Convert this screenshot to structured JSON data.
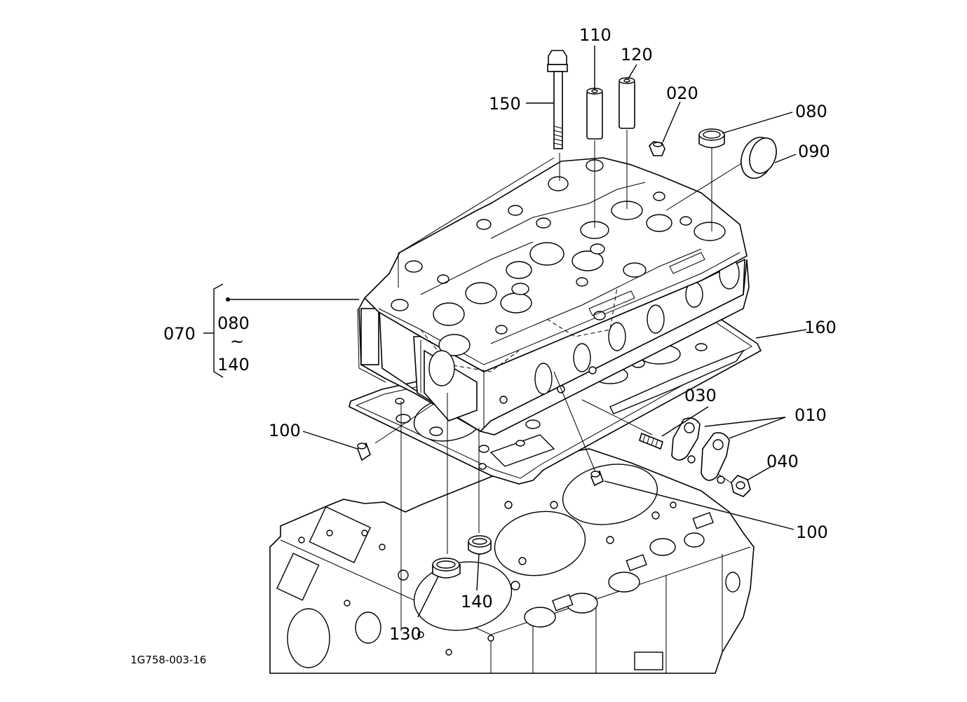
{
  "labels": {
    "p150": "150",
    "p110": "110",
    "p120": "120",
    "p020": "020",
    "p080_top": "080",
    "p090": "090",
    "p070": "070",
    "p080_group": "080",
    "tilde": "~",
    "p140_group": "140",
    "p160": "160",
    "p030": "030",
    "p010": "010",
    "p040": "040",
    "p100_left": "100",
    "p100_right": "100",
    "p130": "130",
    "p140_bottom": "140"
  },
  "document_id": "1G758-003-16"
}
